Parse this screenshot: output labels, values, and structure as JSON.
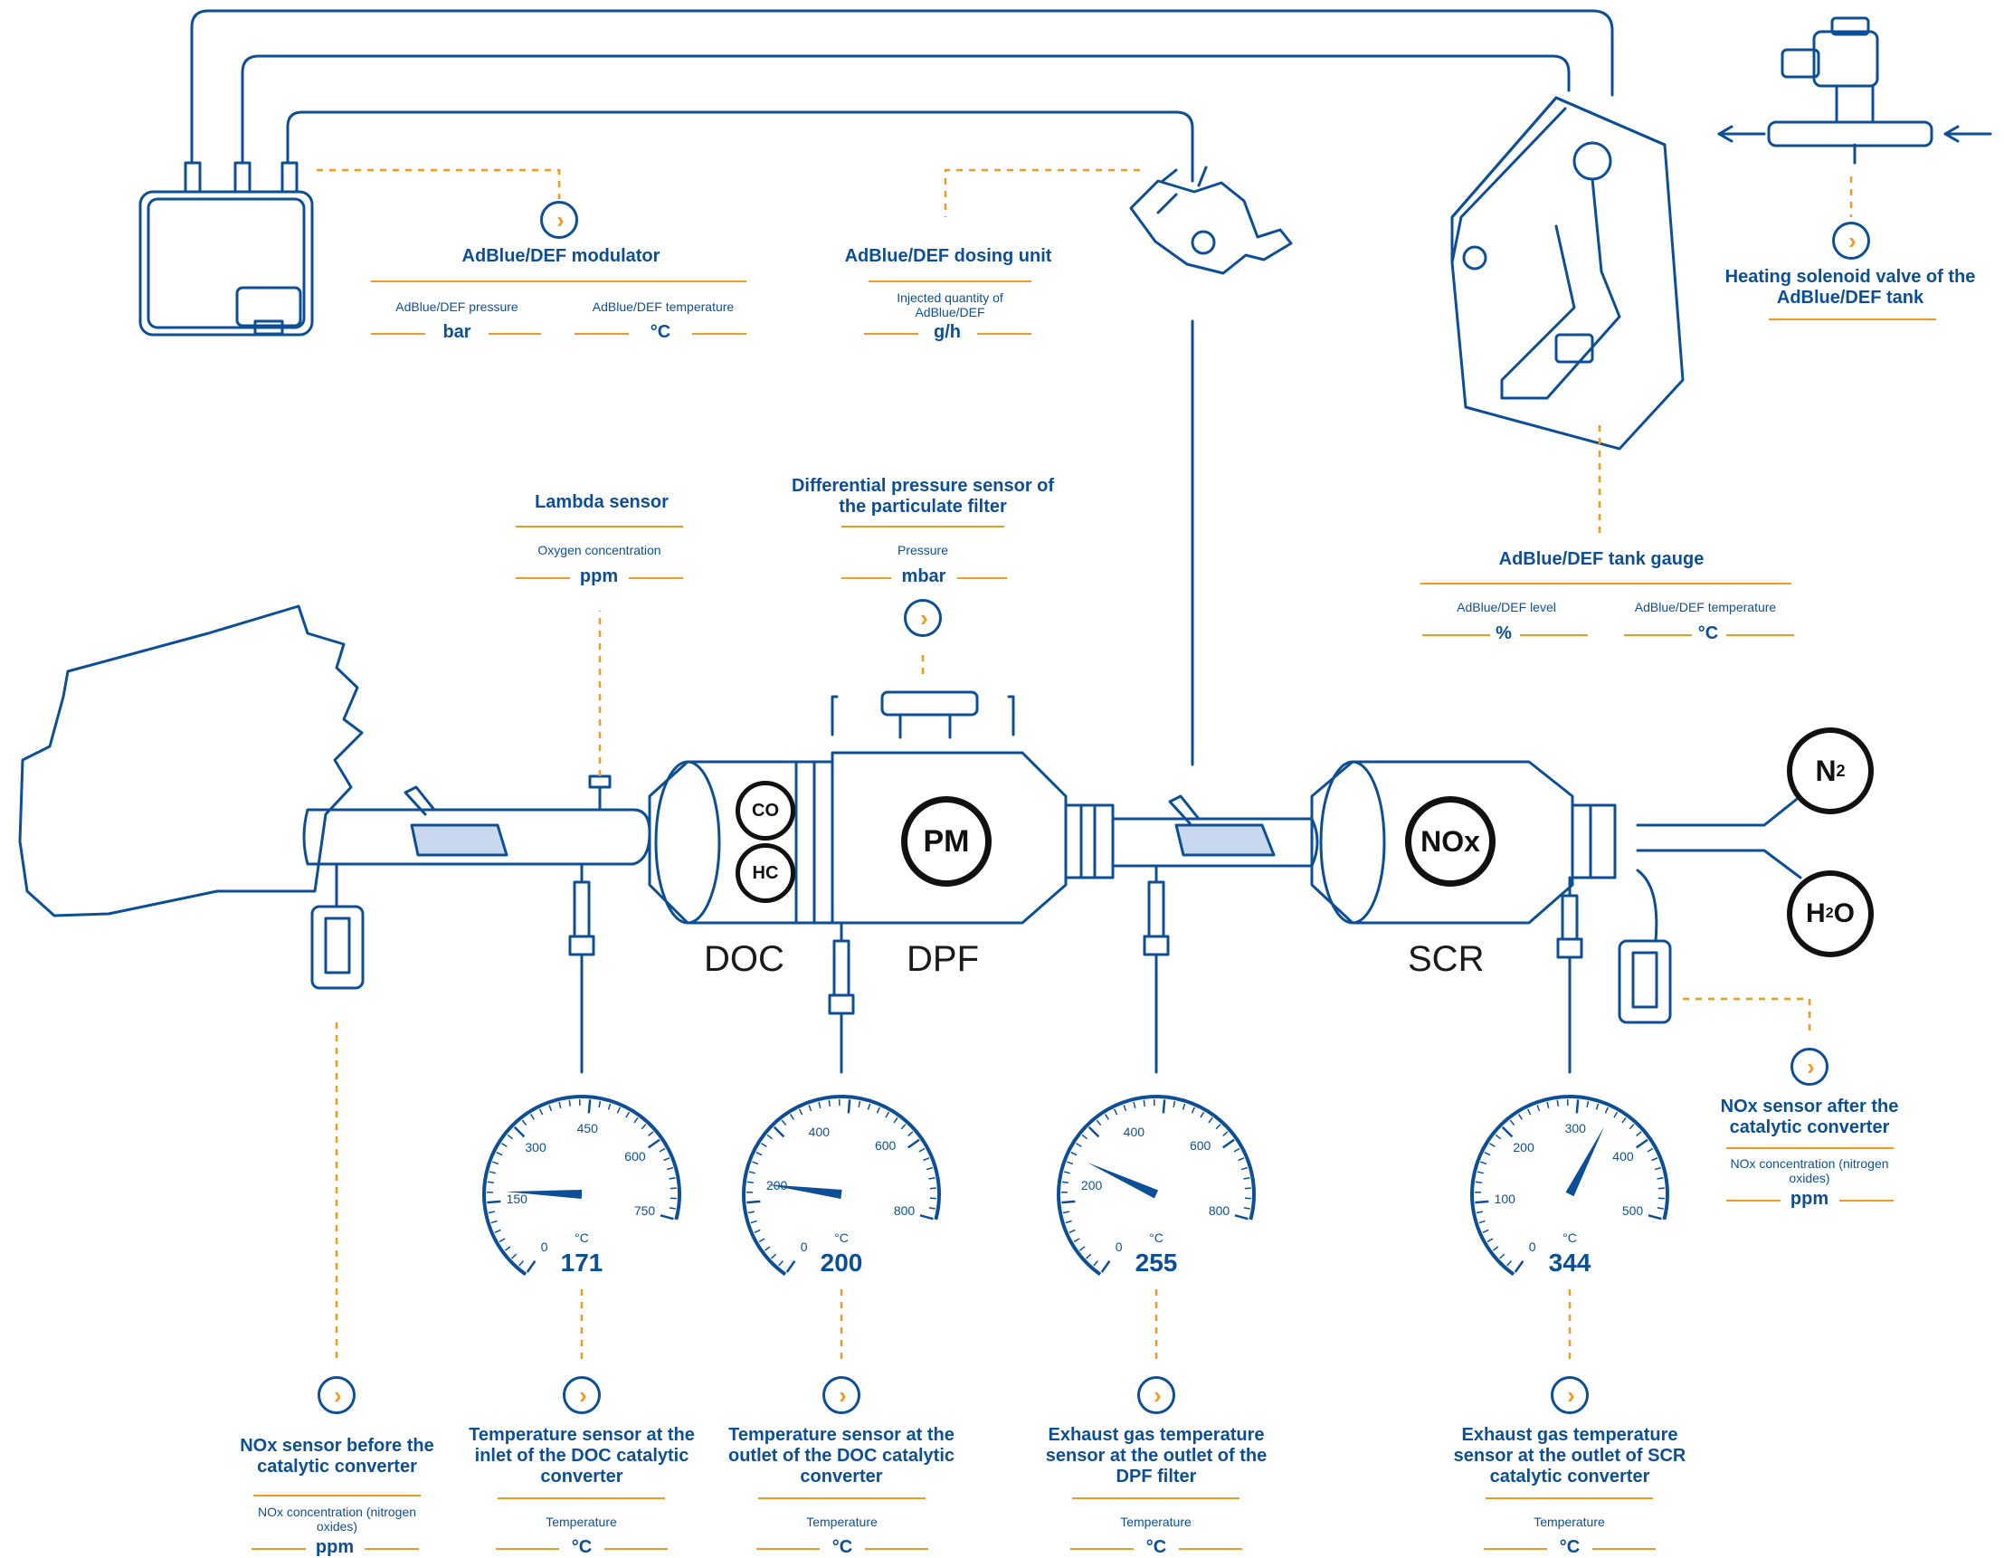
{
  "colors": {
    "primary": "#0d4f96",
    "accent": "#f29a1f",
    "dark": "#111111",
    "catalyst_fill": "#c8d8ee"
  },
  "components": {
    "doc": "DOC",
    "dpf": "DPF",
    "scr": "SCR"
  },
  "badges": {
    "co": "CO",
    "hc": "HC",
    "pm": "PM",
    "nox": "NOx",
    "n2": "N",
    "n2_sub": "2",
    "h2o_h": "H",
    "h2o_sub": "2",
    "h2o_o": "O"
  },
  "sensors": {
    "modulator": {
      "title": "AdBlue/DEF modulator",
      "p1_label": "AdBlue/DEF pressure",
      "p1_unit": "bar",
      "p2_label": "AdBlue/DEF temperature",
      "p2_unit": "°C",
      "icon": "chevron-right-icon"
    },
    "dosing": {
      "title": "AdBlue/DEF dosing unit",
      "p1_label": "Injected quantity of AdBlue/DEF",
      "p1_unit": "g/h",
      "icon": "chevron-right-icon"
    },
    "heating_valve": {
      "title": "Heating solenoid valve of the AdBlue/DEF tank",
      "icon": "chevron-right-icon"
    },
    "tank_gauge": {
      "title": "AdBlue/DEF tank gauge",
      "p1_label": "AdBlue/DEF level",
      "p1_unit": "%",
      "p2_label": "AdBlue/DEF temperature",
      "p2_unit": "°C"
    },
    "lambda": {
      "title": "Lambda sensor",
      "p1_label": "Oxygen concentration",
      "p1_unit": "ppm"
    },
    "diff_pressure": {
      "title": "Differential pressure sensor of the particulate filter",
      "p1_label": "Pressure",
      "p1_unit": "mbar",
      "icon": "chevron-right-icon"
    },
    "nox_after": {
      "title": "NOx sensor after the catalytic converter",
      "p1_label": "NOx concentration (nitrogen oxides)",
      "p1_unit": "ppm",
      "icon": "chevron-right-icon"
    },
    "nox_before": {
      "title": "NOx sensor before the catalytic converter",
      "p1_label": "NOx concentration (nitrogen oxides)",
      "p1_unit": "ppm",
      "icon": "chevron-right-icon"
    },
    "temp_doc_inlet": {
      "title": "Temperature sensor at the inlet of the DOC catalytic converter",
      "p1_label": "Temperature",
      "p1_unit": "°C",
      "icon": "chevron-right-icon"
    },
    "temp_doc_outlet": {
      "title": "Temperature sensor at the outlet of the DOC catalytic converter",
      "p1_label": "Temperature",
      "p1_unit": "°C",
      "icon": "chevron-right-icon"
    },
    "temp_dpf_outlet": {
      "title": "Exhaust gas temperature sensor at the outlet of the DPF filter",
      "p1_label": "Temperature",
      "p1_unit": "°C",
      "icon": "chevron-right-icon"
    },
    "temp_scr_outlet": {
      "title": "Exhaust gas temperature sensor at the outlet of SCR catalytic converter",
      "p1_label": "Temperature",
      "p1_unit": "°C",
      "icon": "chevron-right-icon"
    }
  },
  "gauges": [
    {
      "unit": "°C",
      "value": "171",
      "reading": 171,
      "max": 750,
      "ticks": [
        "0",
        "150",
        "300",
        "450",
        "600",
        "750"
      ]
    },
    {
      "unit": "°C",
      "value": "200",
      "reading": 200,
      "max": 800,
      "ticks": [
        "0",
        "200",
        "400",
        "600",
        "800"
      ]
    },
    {
      "unit": "°C",
      "value": "255",
      "reading": 255,
      "max": 800,
      "ticks": [
        "0",
        "200",
        "400",
        "600",
        "800"
      ]
    },
    {
      "unit": "°C",
      "value": "344",
      "reading": 344,
      "max": 500,
      "ticks": [
        "0",
        "100",
        "200",
        "300",
        "400",
        "500"
      ]
    }
  ]
}
